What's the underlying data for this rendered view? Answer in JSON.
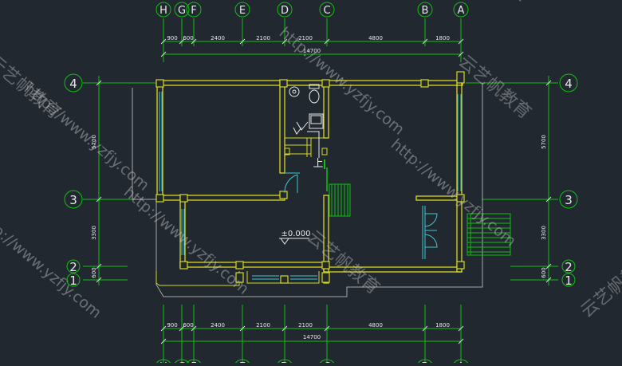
{
  "axes_top": [
    "H",
    "G",
    "F",
    "E",
    "D",
    "C",
    "B",
    "A"
  ],
  "axes_side": [
    "4",
    "3",
    "2",
    "1"
  ],
  "dims_letters": [
    "900",
    "600",
    "2400",
    "2100",
    "2100",
    "4800",
    "1800"
  ],
  "dim_total": "14700",
  "dims_side": [
    "5700",
    "3300",
    "600"
  ],
  "level_label": "±0.000",
  "stair_label": "上",
  "watermark_url": "http://www.yzfjy.com",
  "watermark_cn": "云艺帆教育",
  "colors": {
    "background": "#212830",
    "axis_green": "#10c010",
    "wall_yellow": "#d8d820",
    "window_cyan": "#40c8d0",
    "fixture_white": "#e8e8e8",
    "outline_gray": "#a8a8a8"
  }
}
